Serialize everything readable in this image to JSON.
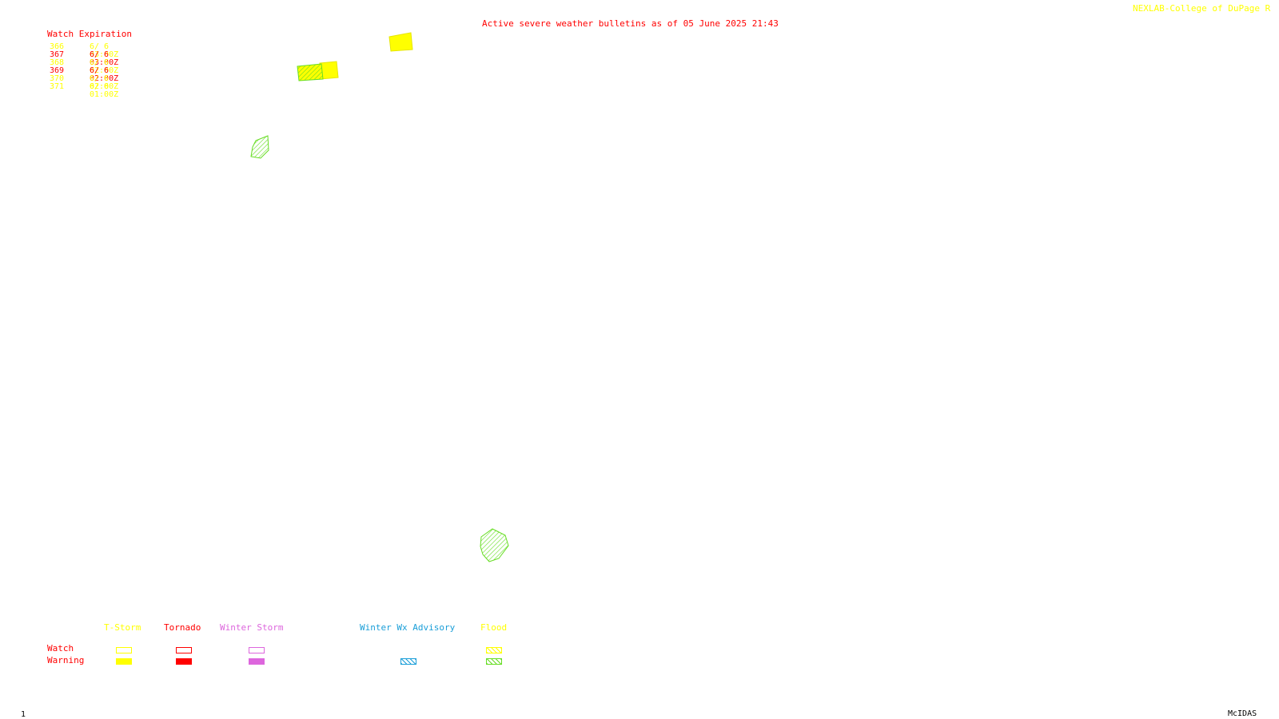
{
  "header": {
    "title": "Active severe weather bulletins as of 05 June 2025 21:43",
    "credit": "NEXLAB-College of DuPage R"
  },
  "watch_table": {
    "heading": "Watch Expiration",
    "rows": [
      {
        "number": "366",
        "expiration": "6/ 6 03:00Z",
        "color": "#ffff00"
      },
      {
        "number": "367",
        "expiration": "6/ 6 03:00Z",
        "color": "#ff0000"
      },
      {
        "number": "368",
        "expiration": "6/ 6 02:00Z",
        "color": "#ffff00"
      },
      {
        "number": "369",
        "expiration": "6/ 6 02:00Z",
        "color": "#ff0000"
      },
      {
        "number": "370",
        "expiration": "6/ 6 02:00Z",
        "color": "#ffff00"
      },
      {
        "number": "371",
        "expiration": "6/ 6 01:00Z",
        "color": "#ffff00"
      }
    ]
  },
  "legend": {
    "row_labels": {
      "watch": "Watch",
      "warning": "Warning"
    },
    "columns": [
      {
        "key": "tstorm",
        "label": "T-Storm",
        "color": "#ffff00"
      },
      {
        "key": "tornado",
        "label": "Tornado",
        "color": "#ff0000"
      },
      {
        "key": "winter_storm",
        "label": "Winter Storm",
        "color": "#dd66dd"
      },
      {
        "key": "winter_wx_advisory",
        "label": "Winter Wx Advisory",
        "color": "#1a9ed8"
      },
      {
        "key": "flood",
        "label": "Flood",
        "color": "#66dd22"
      }
    ]
  },
  "footer": {
    "frame_number": "1",
    "software": "McIDAS"
  },
  "colors": {
    "title": "#ff0000",
    "credit": "#ffff00",
    "tstorm_warning": "#ffff00",
    "flood_warning": "#66dd22",
    "text_dark": "#000000"
  }
}
